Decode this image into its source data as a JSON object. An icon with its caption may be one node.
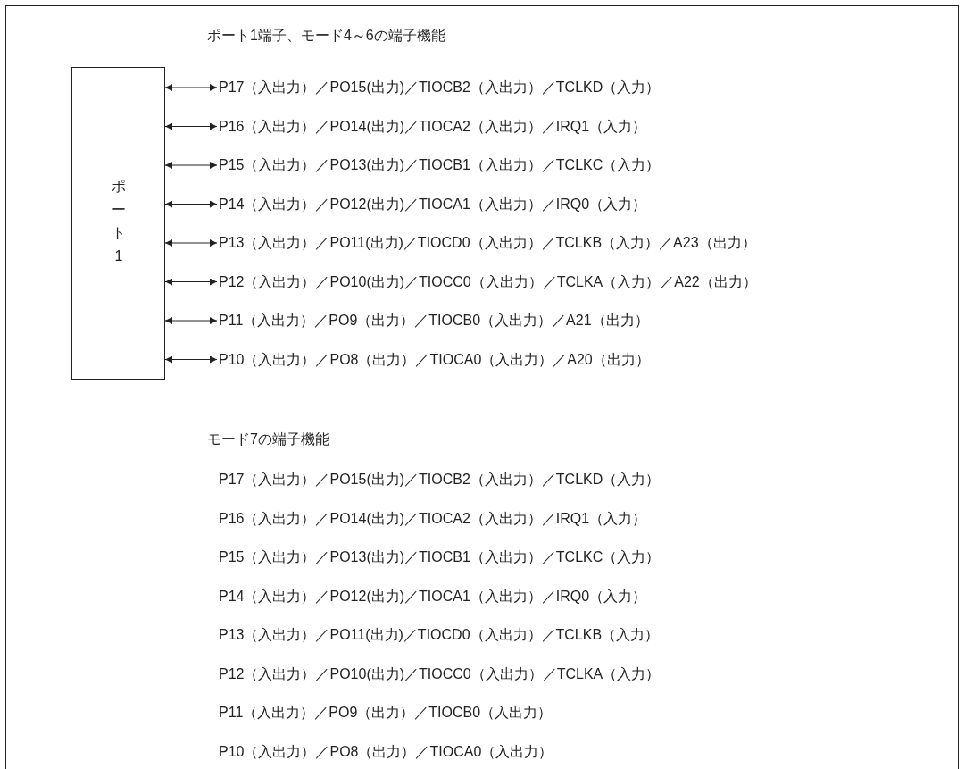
{
  "diagram": {
    "title": "ポート1端子、モード4～6の端子機能",
    "nodes": [
      {
        "text": [
          "ポート1"
        ]
      },
      {
        "text": [
          "P17（入出力）／PO15(出力)／TIOCB2（入出力）／TCLKD（入力）"
        ]
      },
      {
        "text": [
          "P16（入出力）／PO14(出力)／TIOCA2（入出力）／IRQ1（入力）"
        ]
      },
      {
        "text": [
          "P15（入出力）／PO13(出力)／TIOCB1（入出力）／TCLKC（入力）"
        ]
      },
      {
        "text": [
          "P14（入出力）／PO12(出力)／TIOCA1（入出力）／IRQ0（入力）"
        ]
      },
      {
        "text": [
          "P13（入出力）／PO11(出力)／TIOCD0（入出力）／TCLKB（入力）／A23（出力）"
        ]
      },
      {
        "text": [
          "P12（入出力）／PO10(出力)／TIOCC0（入出力）／TCLKA（入力）／A22（出力）"
        ]
      },
      {
        "text": [
          "P11（入出力）／PO9（出力）／TIOCB0（入出力）／A21（出力）"
        ]
      },
      {
        "text": [
          "P10（入出力）／PO8（出力）／TIOCA0（入出力）／A20（出力）"
        ]
      }
    ],
    "edges": [
      {
        "from": 0,
        "to": 1,
        "arrow": "both"
      },
      {
        "from": 0,
        "to": 2,
        "arrow": "both"
      },
      {
        "from": 0,
        "to": 3,
        "arrow": "both"
      },
      {
        "from": 0,
        "to": 4,
        "arrow": "both"
      },
      {
        "from": 0,
        "to": 5,
        "arrow": "both"
      },
      {
        "from": 0,
        "to": 6,
        "arrow": "both"
      },
      {
        "from": 0,
        "to": 7,
        "arrow": "both"
      },
      {
        "from": 0,
        "to": 8,
        "arrow": "both"
      }
    ],
    "labels": [
      "モード7の端子機能",
      "P17（入出力）／PO15(出力)／TIOCB2（入出力）／TCLKD（入力）",
      "P16（入出力）／PO14(出力)／TIOCA2（入出力）／IRQ1（入力）",
      "P15（入出力）／PO13(出力)／TIOCB1（入出力）／TCLKC（入力）",
      "P14（入出力）／PO12(出力)／TIOCA1（入出力）／IRQ0（入力）",
      "P13（入出力）／PO11(出力)／TIOCD0（入出力）／TCLKB（入力）",
      "P12（入出力）／PO10(出力)／TIOCC0（入出力）／TCLKA（入力）",
      "P11（入出力）／PO9（出力）／TIOCB0（入出力）",
      "P10（入出力）／PO8（出力）／TIOCA0（入出力）"
    ]
  }
}
